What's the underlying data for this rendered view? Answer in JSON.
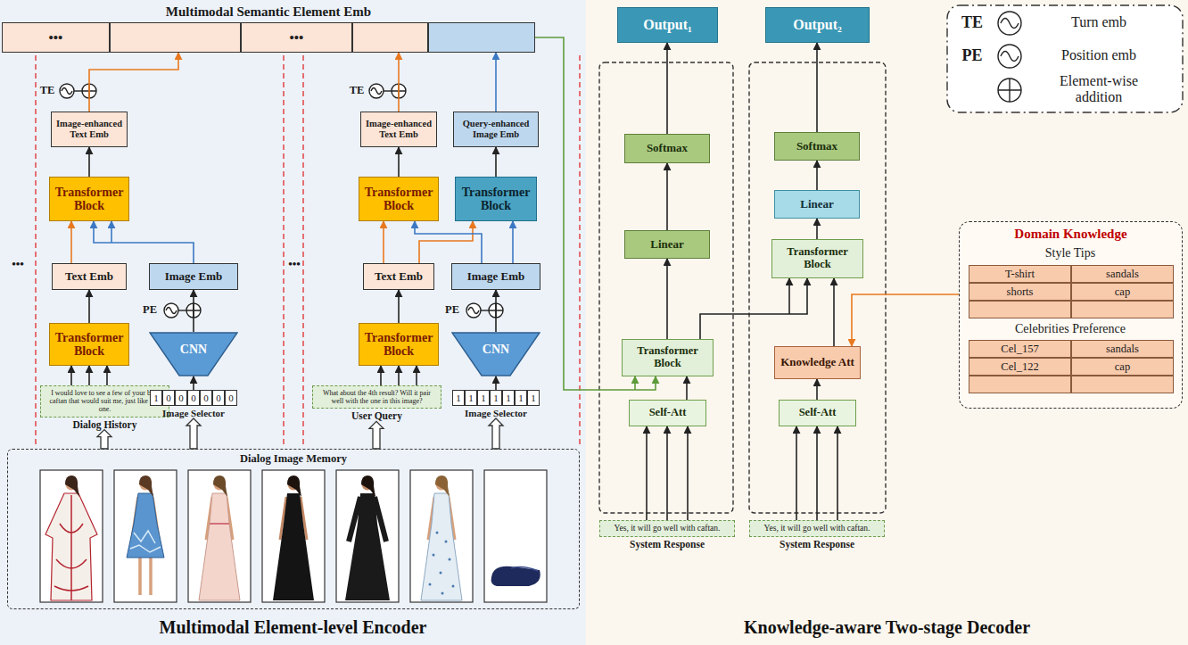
{
  "diagram": {
    "nodes": [
      {
        "text": [
          "Multimodal Element-level Encoder"
        ]
      },
      {
        "text": [
          "Multimodal Semantic Element Emb"
        ],
        "in": 0
      },
      {
        "text": [
          "•••"
        ],
        "in": 1
      },
      {
        "text": [
          "•••"
        ],
        "in": 1
      },
      {
        "text": [
          "Image-enhanced Text Emb"
        ],
        "in": 0
      },
      {
        "text": [
          "Transformer Block"
        ],
        "in": 0
      },
      {
        "text": [
          "Text Emb"
        ],
        "in": 0
      },
      {
        "text": [
          "Image Emb"
        ],
        "in": 0
      },
      {
        "text": [
          "Transformer Block"
        ],
        "in": 0
      },
      {
        "text": [
          "CNN"
        ],
        "in": 0
      },
      {
        "text": [
          "I would love to see a few of your best caftan that would suit me, just like this one.",
          "Dialog History"
        ],
        "in": 0
      },
      {
        "text": [
          "Image Selector"
        ],
        "in": 0
      },
      {
        "text": [
          "Image-enhanced Text Emb"
        ],
        "in": 0
      },
      {
        "text": [
          "Query-enhanced Image Emb"
        ],
        "in": 0
      },
      {
        "text": [
          "Transformer Block"
        ],
        "in": 0
      },
      {
        "text": [
          "Transformer Block"
        ],
        "in": 0
      },
      {
        "text": [
          "Text Emb"
        ],
        "in": 0
      },
      {
        "text": [
          "Image Emb"
        ],
        "in": 0
      },
      {
        "text": [
          "Transformer Block"
        ],
        "in": 0
      },
      {
        "text": [
          "CNN"
        ],
        "in": 0
      },
      {
        "text": [
          "What about the 4th result? Will it pair well with the one in this image?",
          "User Query"
        ],
        "in": 0
      },
      {
        "text": [
          "Image Selector"
        ],
        "in": 0
      },
      {
        "text": [
          "Dialog Image Memory"
        ],
        "in": 0
      },
      {
        "text": [
          "Knowledge-aware Two-stage Decoder"
        ]
      },
      {
        "text": [
          "Output₁"
        ],
        "in": 23
      },
      {
        "text": [
          "Softmax"
        ],
        "in": 23
      },
      {
        "text": [
          "Linear"
        ],
        "in": 23
      },
      {
        "text": [
          "Transformer Block"
        ],
        "in": 23
      },
      {
        "text": [
          "Self-Att"
        ],
        "in": 23
      },
      {
        "text": [
          "Yes, it will go well with caftan.",
          "System Response"
        ],
        "in": 23
      },
      {
        "text": [
          "Output₂"
        ],
        "in": 23
      },
      {
        "text": [
          "Softmax"
        ],
        "in": 23
      },
      {
        "text": [
          "Linear"
        ],
        "in": 23
      },
      {
        "text": [
          "Transformer Block"
        ],
        "in": 23
      },
      {
        "text": [
          "Knowledge Att"
        ],
        "in": 23
      },
      {
        "text": [
          "Self-Att"
        ],
        "in": 23
      },
      {
        "text": [
          "Yes, it will go well with caftan.",
          "System Response"
        ],
        "in": 23
      },
      {
        "text": [
          "Domain Knowledge"
        ],
        "in": 23
      }
    ],
    "edges": [
      {
        "from": 10,
        "to": 8,
        "arrow": "to"
      },
      {
        "from": 8,
        "to": 6,
        "arrow": "to"
      },
      {
        "from": 11,
        "to": 9,
        "arrow": "to"
      },
      {
        "from": 9,
        "to": 7,
        "arrow": "to"
      },
      {
        "from": 6,
        "to": 5,
        "arrow": "to"
      },
      {
        "from": 7,
        "to": 5,
        "arrow": "to"
      },
      {
        "from": 5,
        "to": 4,
        "arrow": "to"
      },
      {
        "from": 4,
        "to": 1,
        "arrow": "to"
      },
      {
        "from": 20,
        "to": 18,
        "arrow": "to"
      },
      {
        "from": 18,
        "to": 16,
        "arrow": "to"
      },
      {
        "from": 21,
        "to": 19,
        "arrow": "to"
      },
      {
        "from": 19,
        "to": 17,
        "arrow": "to"
      },
      {
        "from": 16,
        "to": 14,
        "arrow": "to"
      },
      {
        "from": 16,
        "to": 15,
        "arrow": "to"
      },
      {
        "from": 17,
        "to": 15,
        "arrow": "to"
      },
      {
        "from": 17,
        "to": 14,
        "arrow": "to"
      },
      {
        "from": 14,
        "to": 12,
        "arrow": "to"
      },
      {
        "from": 15,
        "to": 13,
        "arrow": "to"
      },
      {
        "from": 12,
        "to": 1,
        "arrow": "to"
      },
      {
        "from": 13,
        "to": 1,
        "arrow": "to"
      },
      {
        "from": 22,
        "to": 10,
        "arrow": "to"
      },
      {
        "from": 22,
        "to": 11,
        "arrow": "to"
      },
      {
        "from": 22,
        "to": 20,
        "arrow": "to"
      },
      {
        "from": 22,
        "to": 21,
        "arrow": "to"
      },
      {
        "from": 1,
        "to": 27,
        "arrow": "to"
      },
      {
        "from": 29,
        "to": 28,
        "arrow": "to"
      },
      {
        "from": 28,
        "to": 27,
        "arrow": "to"
      },
      {
        "from": 27,
        "to": 26,
        "arrow": "to"
      },
      {
        "from": 26,
        "to": 25,
        "arrow": "to"
      },
      {
        "from": 25,
        "to": 24,
        "arrow": "to"
      },
      {
        "from": 27,
        "to": 33,
        "arrow": "to"
      },
      {
        "from": 34,
        "to": 33,
        "arrow": "to"
      },
      {
        "from": 33,
        "to": 32,
        "arrow": "to"
      },
      {
        "from": 32,
        "to": 31,
        "arrow": "to"
      },
      {
        "from": 31,
        "to": 30,
        "arrow": "to"
      },
      {
        "from": 36,
        "to": 35,
        "arrow": "to"
      },
      {
        "from": 35,
        "to": 34,
        "arrow": "to"
      },
      {
        "from": 37,
        "to": 34,
        "arrow": "to"
      }
    ],
    "labels": [
      "•••",
      "•••",
      "TE",
      "PE",
      "TE",
      "PE",
      "1",
      "0",
      "0",
      "0",
      "0",
      "0",
      "0",
      "1",
      "1",
      "1",
      "1",
      "1",
      "1",
      "1",
      "TE",
      "PE",
      "Style Tips",
      "T-shirt",
      "sandals",
      "shorts",
      "cap",
      "Celebrities Preference",
      "Cel_157",
      "sandals",
      "Cel_122",
      "cap"
    ],
    "legend": [
      {
        "text": "Turn emb"
      },
      {
        "text": "Position emb"
      },
      {
        "text": "Element-wise addition"
      }
    ]
  }
}
